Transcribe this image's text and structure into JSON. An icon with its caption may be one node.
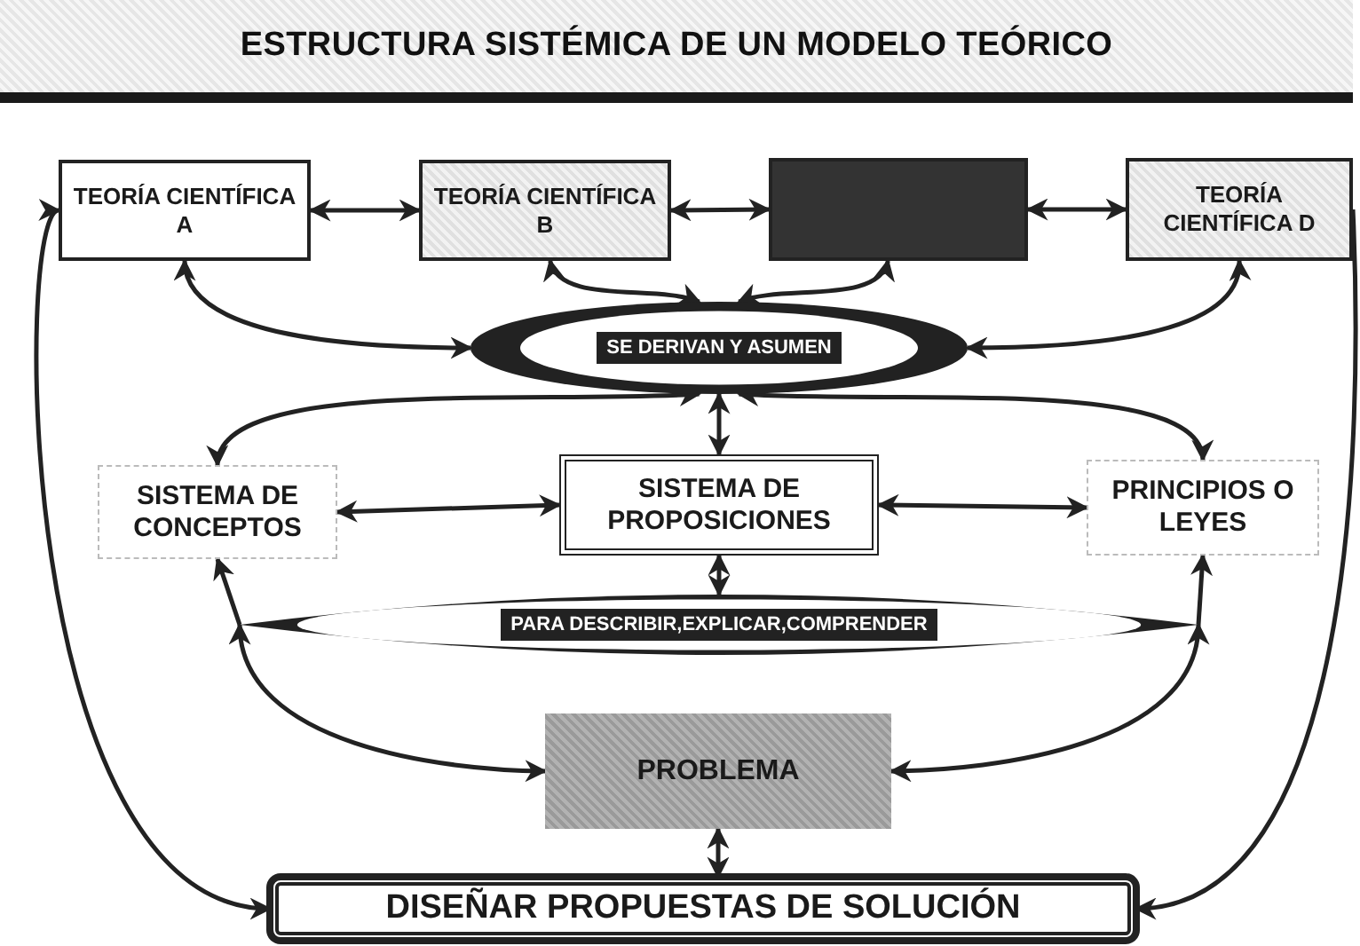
{
  "diagram": {
    "title": "ESTRUCTURA SISTÉMICA DE UN MODELO TEÓRICO",
    "nodes": [
      {
        "text": [
          "TEORÍA CIENTÍFICA A"
        ]
      },
      {
        "text": [
          "TEORÍA CIENTÍFICA B"
        ]
      },
      {
        "text": [],
        "shape": "box"
      },
      {
        "text": [
          "TEORÍA CIENTÍFICA D"
        ]
      },
      {
        "text": [
          "SE DERIVAN Y ASUMEN"
        ]
      },
      {
        "text": [
          "SISTEMA DE CONCEPTOS"
        ]
      },
      {
        "text": [
          "SISTEMA DE PROPOSICIONES"
        ]
      },
      {
        "text": [
          "PRINCIPIOS O LEYES"
        ]
      },
      {
        "text": [
          "PARA DESCRIBIR,EXPLICAR,COMPRENDER"
        ]
      },
      {
        "text": [
          "PROBLEMA"
        ]
      },
      {
        "text": [
          "DISEÑAR PROPUESTAS DE SOLUCIÓN"
        ]
      }
    ],
    "edges": [
      {
        "from": 0,
        "to": 1,
        "arrow": "both"
      },
      {
        "from": 1,
        "to": 2,
        "arrow": "both"
      },
      {
        "from": 2,
        "to": 3,
        "arrow": "both"
      },
      {
        "from": 0,
        "to": 4,
        "arrow": "both"
      },
      {
        "from": 1,
        "to": 4,
        "arrow": "both"
      },
      {
        "from": 2,
        "to": 4,
        "arrow": "both"
      },
      {
        "from": 3,
        "to": 4,
        "arrow": "both"
      },
      {
        "from": 4,
        "to": 5,
        "arrow": "both"
      },
      {
        "from": 4,
        "to": 6,
        "arrow": "both"
      },
      {
        "from": 4,
        "to": 7,
        "arrow": "both"
      },
      {
        "from": 5,
        "to": 6,
        "arrow": "both"
      },
      {
        "from": 6,
        "to": 7,
        "arrow": "both"
      },
      {
        "from": 6,
        "to": 8,
        "arrow": "both"
      },
      {
        "from": 8,
        "to": 5,
        "arrow": "to"
      },
      {
        "from": 8,
        "to": 7,
        "arrow": "to"
      },
      {
        "from": 8,
        "to": 9,
        "arrow": "both"
      },
      {
        "from": 8,
        "to": 9,
        "arrow": "both"
      },
      {
        "from": 9,
        "to": 10,
        "arrow": "both"
      },
      {
        "from": 10,
        "to": 0,
        "arrow": "both"
      },
      {
        "from": 3,
        "to": 10,
        "arrow": "to"
      }
    ]
  }
}
